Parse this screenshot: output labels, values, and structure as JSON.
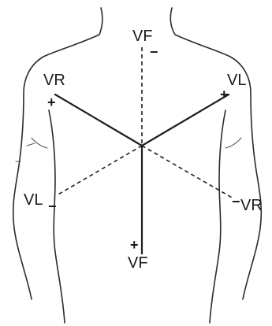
{
  "diagram": {
    "labels": {
      "vf_top": "VF",
      "vr_top": "VR",
      "vl_top": "VL",
      "vl_bottom": "VL",
      "vr_bottom": "VR",
      "vf_bottom": "VF"
    },
    "polarity": {
      "vf_top": "−",
      "vr_top": "+",
      "vl_top": "+",
      "vl_bottom": "−",
      "vr_bottom": "−",
      "vf_bottom": "+"
    }
  }
}
